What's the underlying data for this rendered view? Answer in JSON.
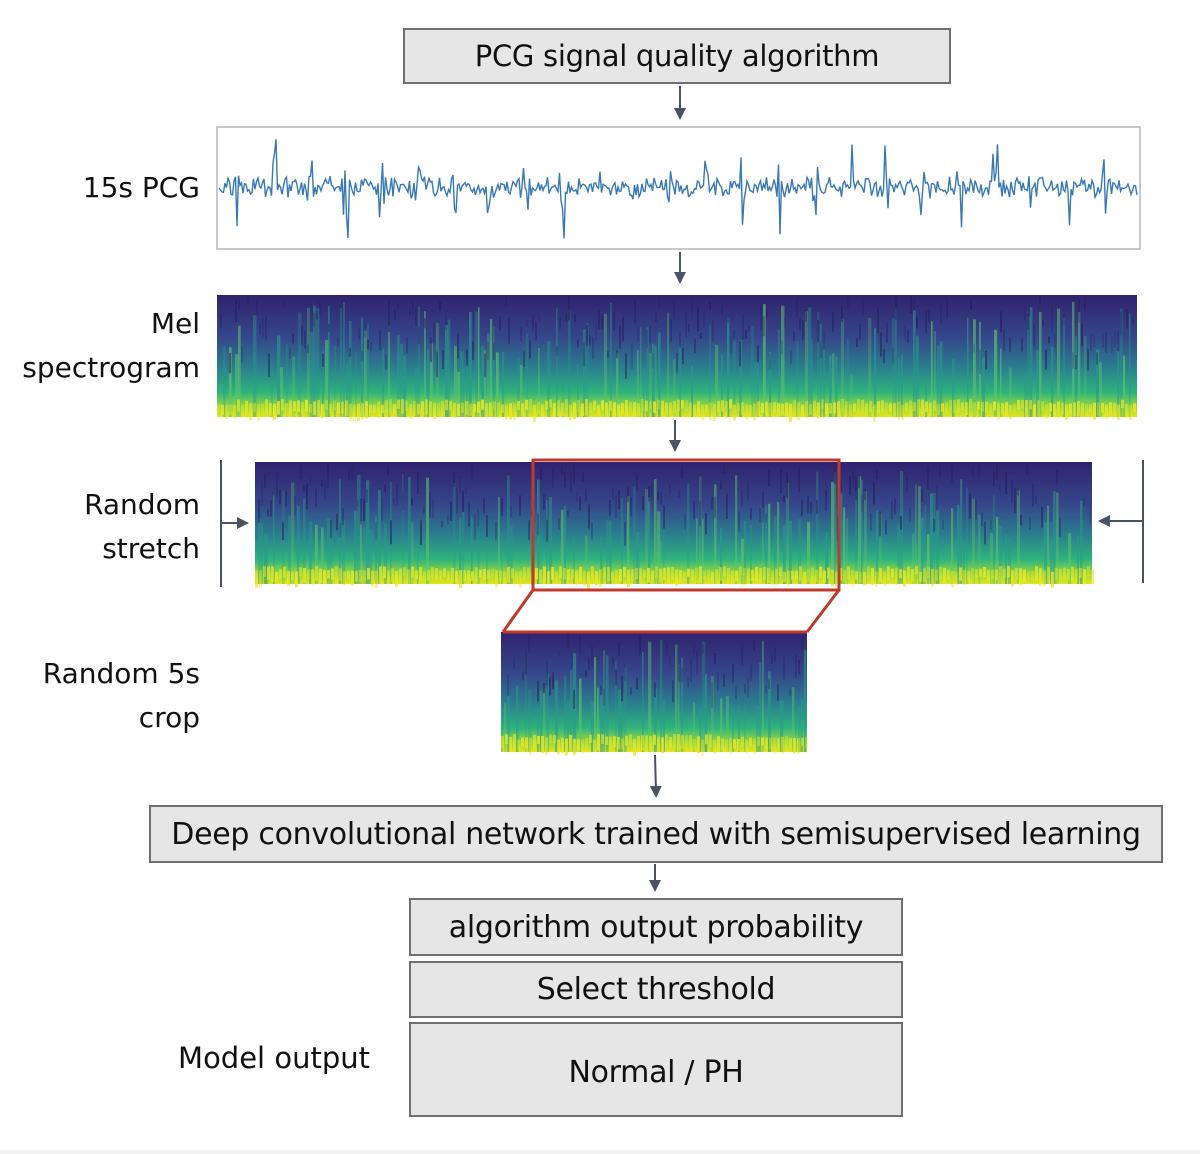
{
  "top_box": "PCG signal quality algorithm",
  "row_labels": {
    "pcg": "15s PCG",
    "mel": [
      "Mel",
      "spectrogram"
    ],
    "stretch": [
      "Random",
      "stretch"
    ],
    "crop": [
      "Random 5s",
      "crop"
    ]
  },
  "network_box": "Deep convolutional network trained with semisupervised learning",
  "output_boxes": [
    "algorithm output probability",
    "Select threshold",
    "Normal / PH"
  ],
  "model_output_label": "Model output",
  "colors": {
    "waveform": "#3a78b5",
    "arrow": "#4a5263",
    "crop_outline": "#c0392b",
    "spectrogram_low": "#3b2f86",
    "spectrogram_mid": "#26828e",
    "spectrogram_high": "#dde318"
  }
}
